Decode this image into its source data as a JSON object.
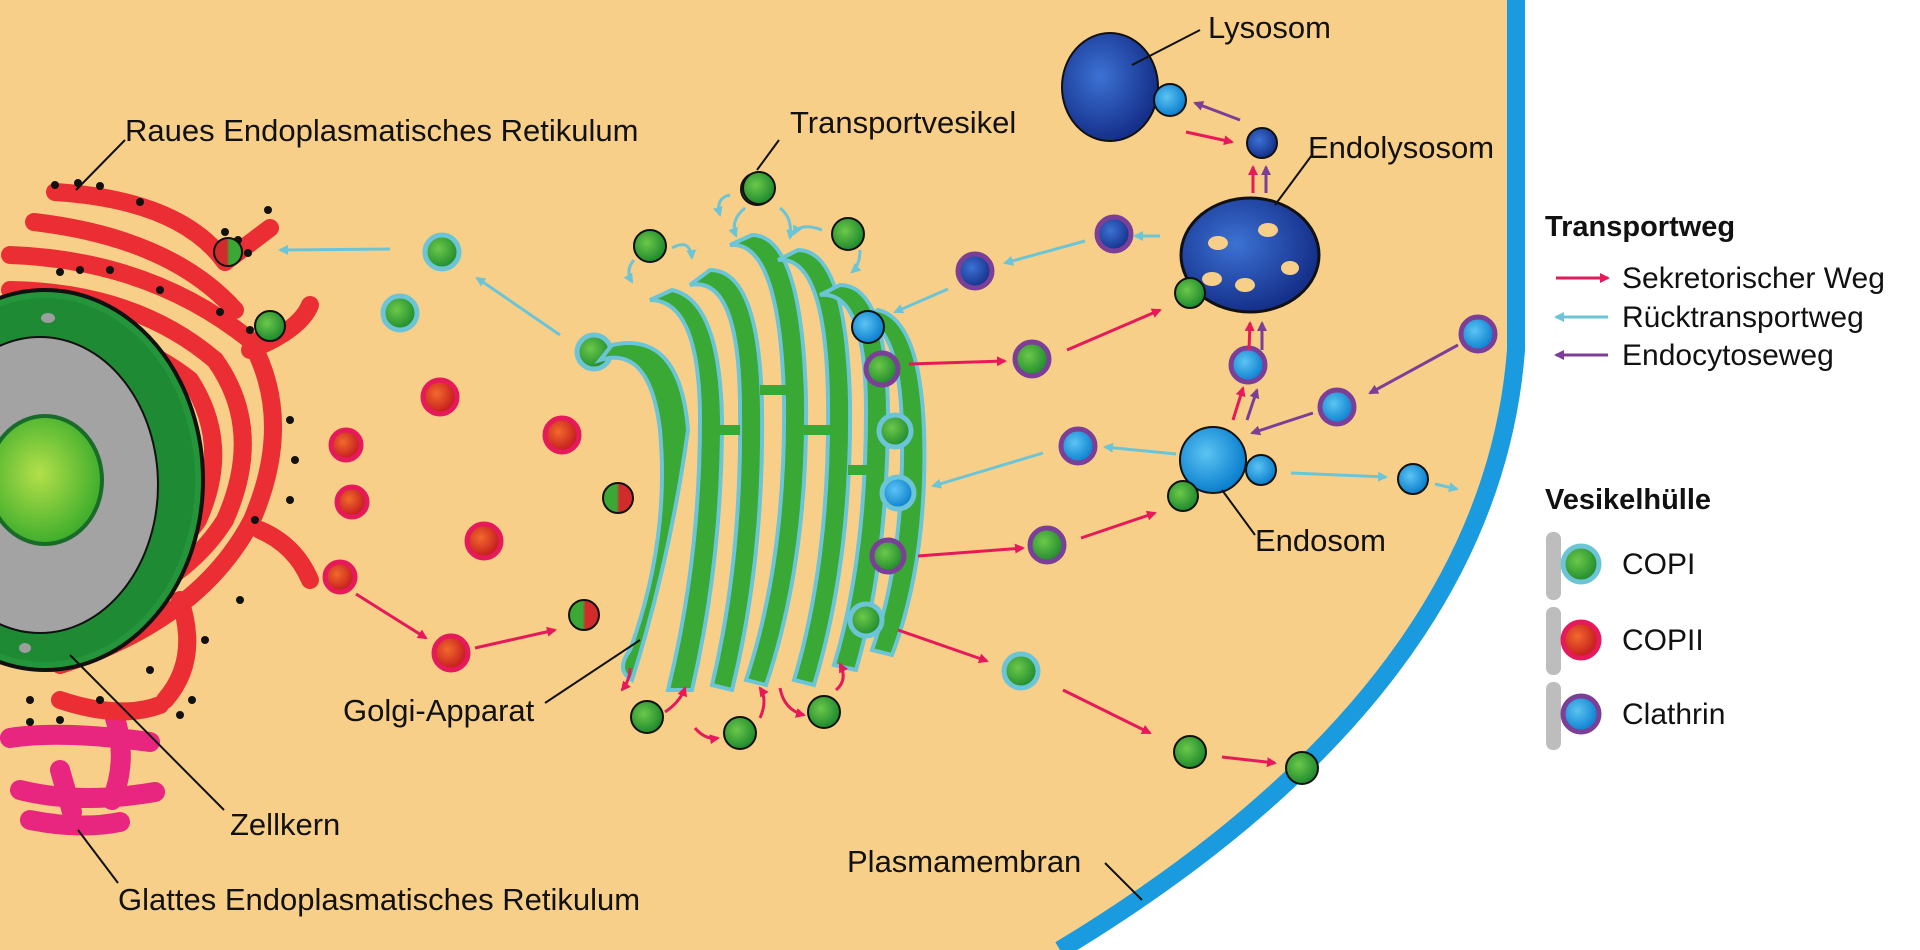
{
  "labels": {
    "raues_er": "Raues Endoplasmatisches Retikulum",
    "glattes_er": "Glattes Endoplasmatisches Retikulum",
    "zellkern": "Zellkern",
    "golgi": "Golgi-Apparat",
    "transportvesikel": "Transportvesikel",
    "lysosom": "Lysosom",
    "endolysosom": "Endolysosom",
    "endosom": "Endosom",
    "plasmamembran": "Plasmamembran"
  },
  "legend": {
    "transportweg": {
      "title": "Transportweg",
      "items": [
        {
          "label": "Sekretorischer Weg",
          "color": "#e6195a"
        },
        {
          "label": "Rücktransportweg",
          "color": "#6cc5d6"
        },
        {
          "label": "Endocytoseweg",
          "color": "#7b3f98"
        }
      ]
    },
    "vesikelhuelle": {
      "title": "Vesikelhülle",
      "items": [
        {
          "label": "COPI",
          "coat_color": "#6cc5d6",
          "fill_color": "#2e9e3a"
        },
        {
          "label": "COPII",
          "coat_color": "#e6195a",
          "fill_color": "#d22b2b"
        },
        {
          "label": "Clathrin",
          "coat_color": "#7b3f98",
          "fill_color": "#1ea0e6"
        }
      ]
    }
  },
  "colors": {
    "cytoplasm": "#f8cf88",
    "membrane": "#1a9be0",
    "rough_er": "#ea2e34",
    "smooth_er": "#e8267f",
    "nucleus_envelope": "#25953b",
    "nucleus_inner": "#9e9e9e",
    "nucleolus": "#5fc234",
    "golgi": "#3aa835",
    "lysosome": "#1e3d96"
  }
}
